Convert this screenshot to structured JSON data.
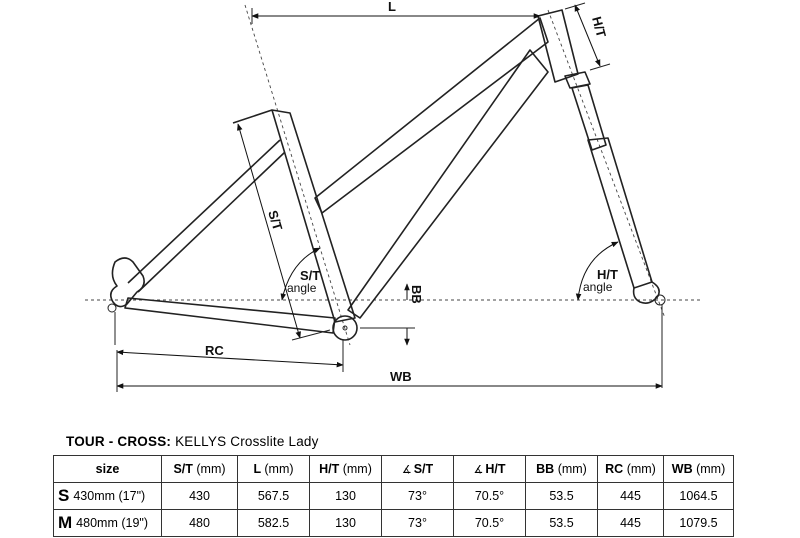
{
  "diagram": {
    "labels": {
      "L": "L",
      "HT": "H/T",
      "ST": "S/T",
      "ST_angle_1": "S/T",
      "ST_angle_2": "angle",
      "HT_angle_1": "H/T",
      "HT_angle_2": "angle",
      "BB": "BB",
      "RC": "RC",
      "WB": "WB"
    }
  },
  "caption": {
    "series": "TOUR - CROSS:",
    "model": "KELLYS Crosslite Lady"
  },
  "table": {
    "angle_symbol": "∡",
    "headers": [
      {
        "name": "size",
        "unit": ""
      },
      {
        "name": "S/T",
        "unit": "(mm)"
      },
      {
        "name": "L",
        "unit": "(mm)"
      },
      {
        "name": "H/T",
        "unit": "(mm)"
      },
      {
        "name": "S/T",
        "unit": ""
      },
      {
        "name": "H/T",
        "unit": ""
      },
      {
        "name": "BB",
        "unit": "(mm)"
      },
      {
        "name": "RC",
        "unit": "(mm)"
      },
      {
        "name": "WB",
        "unit": "(mm)"
      }
    ],
    "rows": [
      {
        "letter": "S",
        "size": "430mm (17\")",
        "values": [
          "430",
          "567.5",
          "130",
          "73°",
          "70.5°",
          "53.5",
          "445",
          "1064.5"
        ]
      },
      {
        "letter": "M",
        "size": "480mm (19\")",
        "values": [
          "480",
          "582.5",
          "130",
          "73°",
          "70.5°",
          "53.5",
          "445",
          "1079.5"
        ]
      }
    ]
  }
}
